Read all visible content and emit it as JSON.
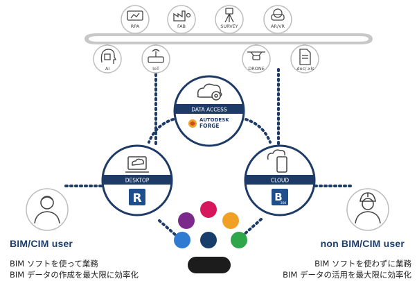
{
  "top_bar": {
    "items": [
      {
        "icon": "robot-arm-icon",
        "label": "RPA"
      },
      {
        "icon": "factory-icon",
        "label": "FAB"
      },
      {
        "icon": "survey-tripod-icon",
        "label": "SURVEY"
      },
      {
        "icon": "vr-headset-icon",
        "label": "AR/VR"
      },
      {
        "icon": "ai-chip-head-icon",
        "label": "AI"
      },
      {
        "icon": "iot-router-icon",
        "label": "IoT"
      },
      {
        "icon": "drone-icon",
        "label": "DRONE"
      },
      {
        "icon": "document-icon",
        "label": ".doc/.xls"
      }
    ]
  },
  "hubs": {
    "data_access": {
      "label": "DATA ACCESS",
      "brand_line1": "AUTODESK",
      "brand_line2": "FORGE",
      "icon": "cloud-gear-icon"
    },
    "desktop": {
      "label": "DESKTOP",
      "logo_letter": "R",
      "icon": "desktop-monitor-icon"
    },
    "cloud": {
      "label": "CLOUD",
      "logo_letter": "B",
      "logo_sub": "360",
      "icon": "cloud-tablet-icon"
    }
  },
  "users": {
    "left": {
      "title": "BIM/CIM user",
      "line1": "BIM ソフトを使って業務",
      "line2": "BIM データの作成を最大限に効率化",
      "icon": "user-icon"
    },
    "right": {
      "title": "non BIM/CIM user",
      "line1": "BIM ソフトを使わずに業務",
      "line2": "BIM データの活用を最大限に効率化",
      "icon": "worker-helmet-icon"
    }
  },
  "colors": {
    "navy": "#1d3b66",
    "dots": [
      "#7b2a8c",
      "#d6175e",
      "#f0a125",
      "#2e7bd1",
      "#173d6a",
      "#2fa64a"
    ],
    "pill": "#1c1c1c"
  }
}
